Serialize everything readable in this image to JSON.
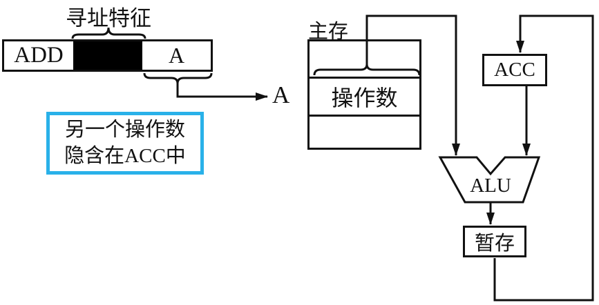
{
  "instruction": {
    "opcode": "ADD",
    "mode_field": "",
    "address_field": "A",
    "feature_label": "寻址特征"
  },
  "effective_address_label": "A",
  "note": {
    "line1": "另一个操作数",
    "line2": "隐含在ACC中"
  },
  "memory": {
    "label": "主存",
    "operand_cell": "操作数"
  },
  "registers": {
    "acc": "ACC",
    "alu": "ALU",
    "temp": "暂存"
  },
  "colors": {
    "line": "#111111",
    "note_border": "#29b1e9",
    "field_fill": "#000000"
  }
}
